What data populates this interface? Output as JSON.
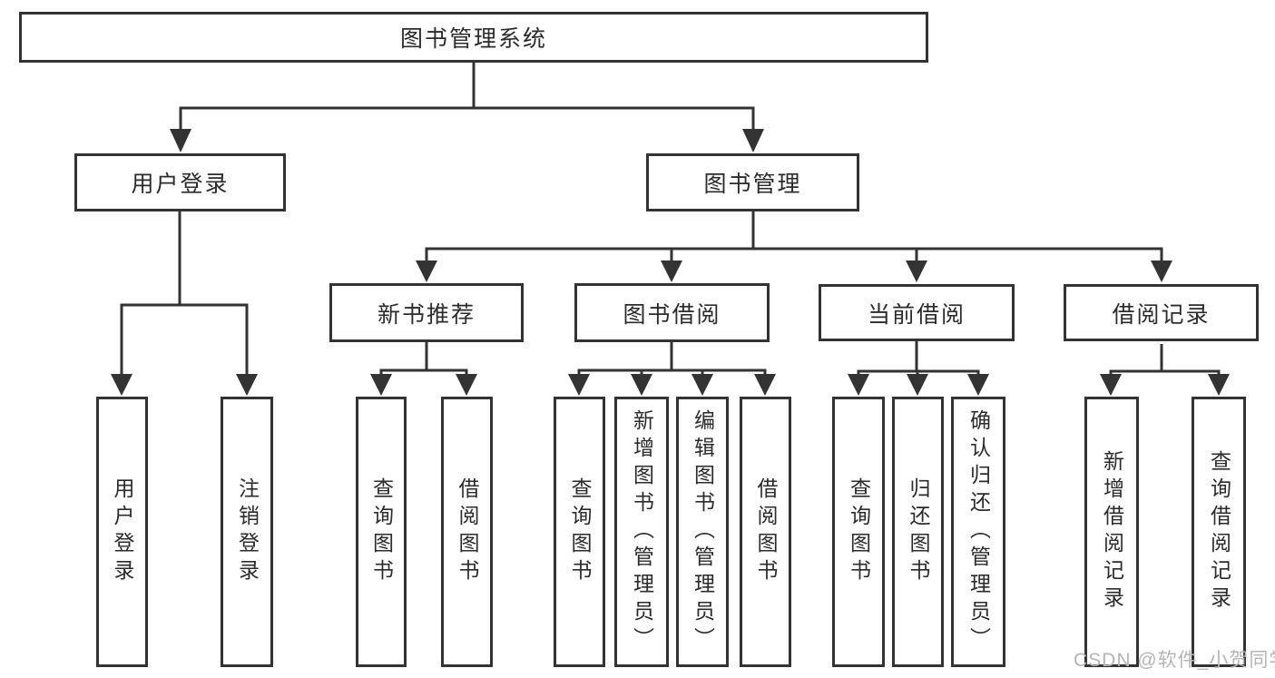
{
  "tree": {
    "root": "图书管理系统",
    "children": [
      {
        "label": "用户登录",
        "children": [
          {
            "label": "用户登录"
          },
          {
            "label": "注销登录"
          }
        ]
      },
      {
        "label": "图书管理",
        "children": [
          {
            "label": "新书推荐",
            "children": [
              {
                "label": "查询图书"
              },
              {
                "label": "借阅图书"
              }
            ]
          },
          {
            "label": "图书借阅",
            "children": [
              {
                "label": "查询图书"
              },
              {
                "label": "新增图书（管理员）"
              },
              {
                "label": "编辑图书（管理员）"
              },
              {
                "label": "借阅图书"
              }
            ]
          },
          {
            "label": "当前借阅",
            "children": [
              {
                "label": "查询图书"
              },
              {
                "label": "归还图书"
              },
              {
                "label": "确认归还（管理员）"
              }
            ]
          },
          {
            "label": "借阅记录",
            "children": [
              {
                "label": "新增借阅记录"
              },
              {
                "label": "查询借阅记录"
              }
            ]
          }
        ]
      }
    ]
  },
  "watermark": {
    "text": "CSDN @软件_小贺同学"
  },
  "colors": {
    "line": "#333333",
    "text": "#2b2b2b",
    "watermark": "#b5b5b5",
    "background": "#ffffff"
  }
}
